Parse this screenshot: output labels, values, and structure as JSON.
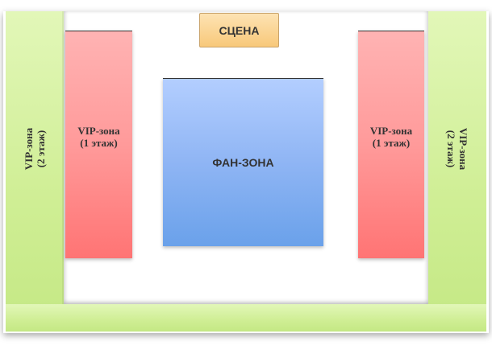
{
  "zones": {
    "stage": "СЦЕНА",
    "fan_zone": "ФАН-ЗОНА",
    "vip_floor1_left": {
      "line1": "VIP-зона",
      "line2": "(1 этаж)"
    },
    "vip_floor1_right": {
      "line1": "VIP-зона",
      "line2": "(1 этаж)"
    },
    "vip_floor2_left": {
      "line1": "VIP-зона",
      "line2": "(2 этаж)"
    },
    "vip_floor2_right": {
      "line1": "VIP-зона",
      "line2": "(2 этаж)"
    }
  },
  "colors": {
    "vip_floor2": "#cfee94",
    "vip_floor1": "#ff9a9a",
    "fan_zone": "#8fb5f4",
    "stage": "#f8c87a"
  }
}
